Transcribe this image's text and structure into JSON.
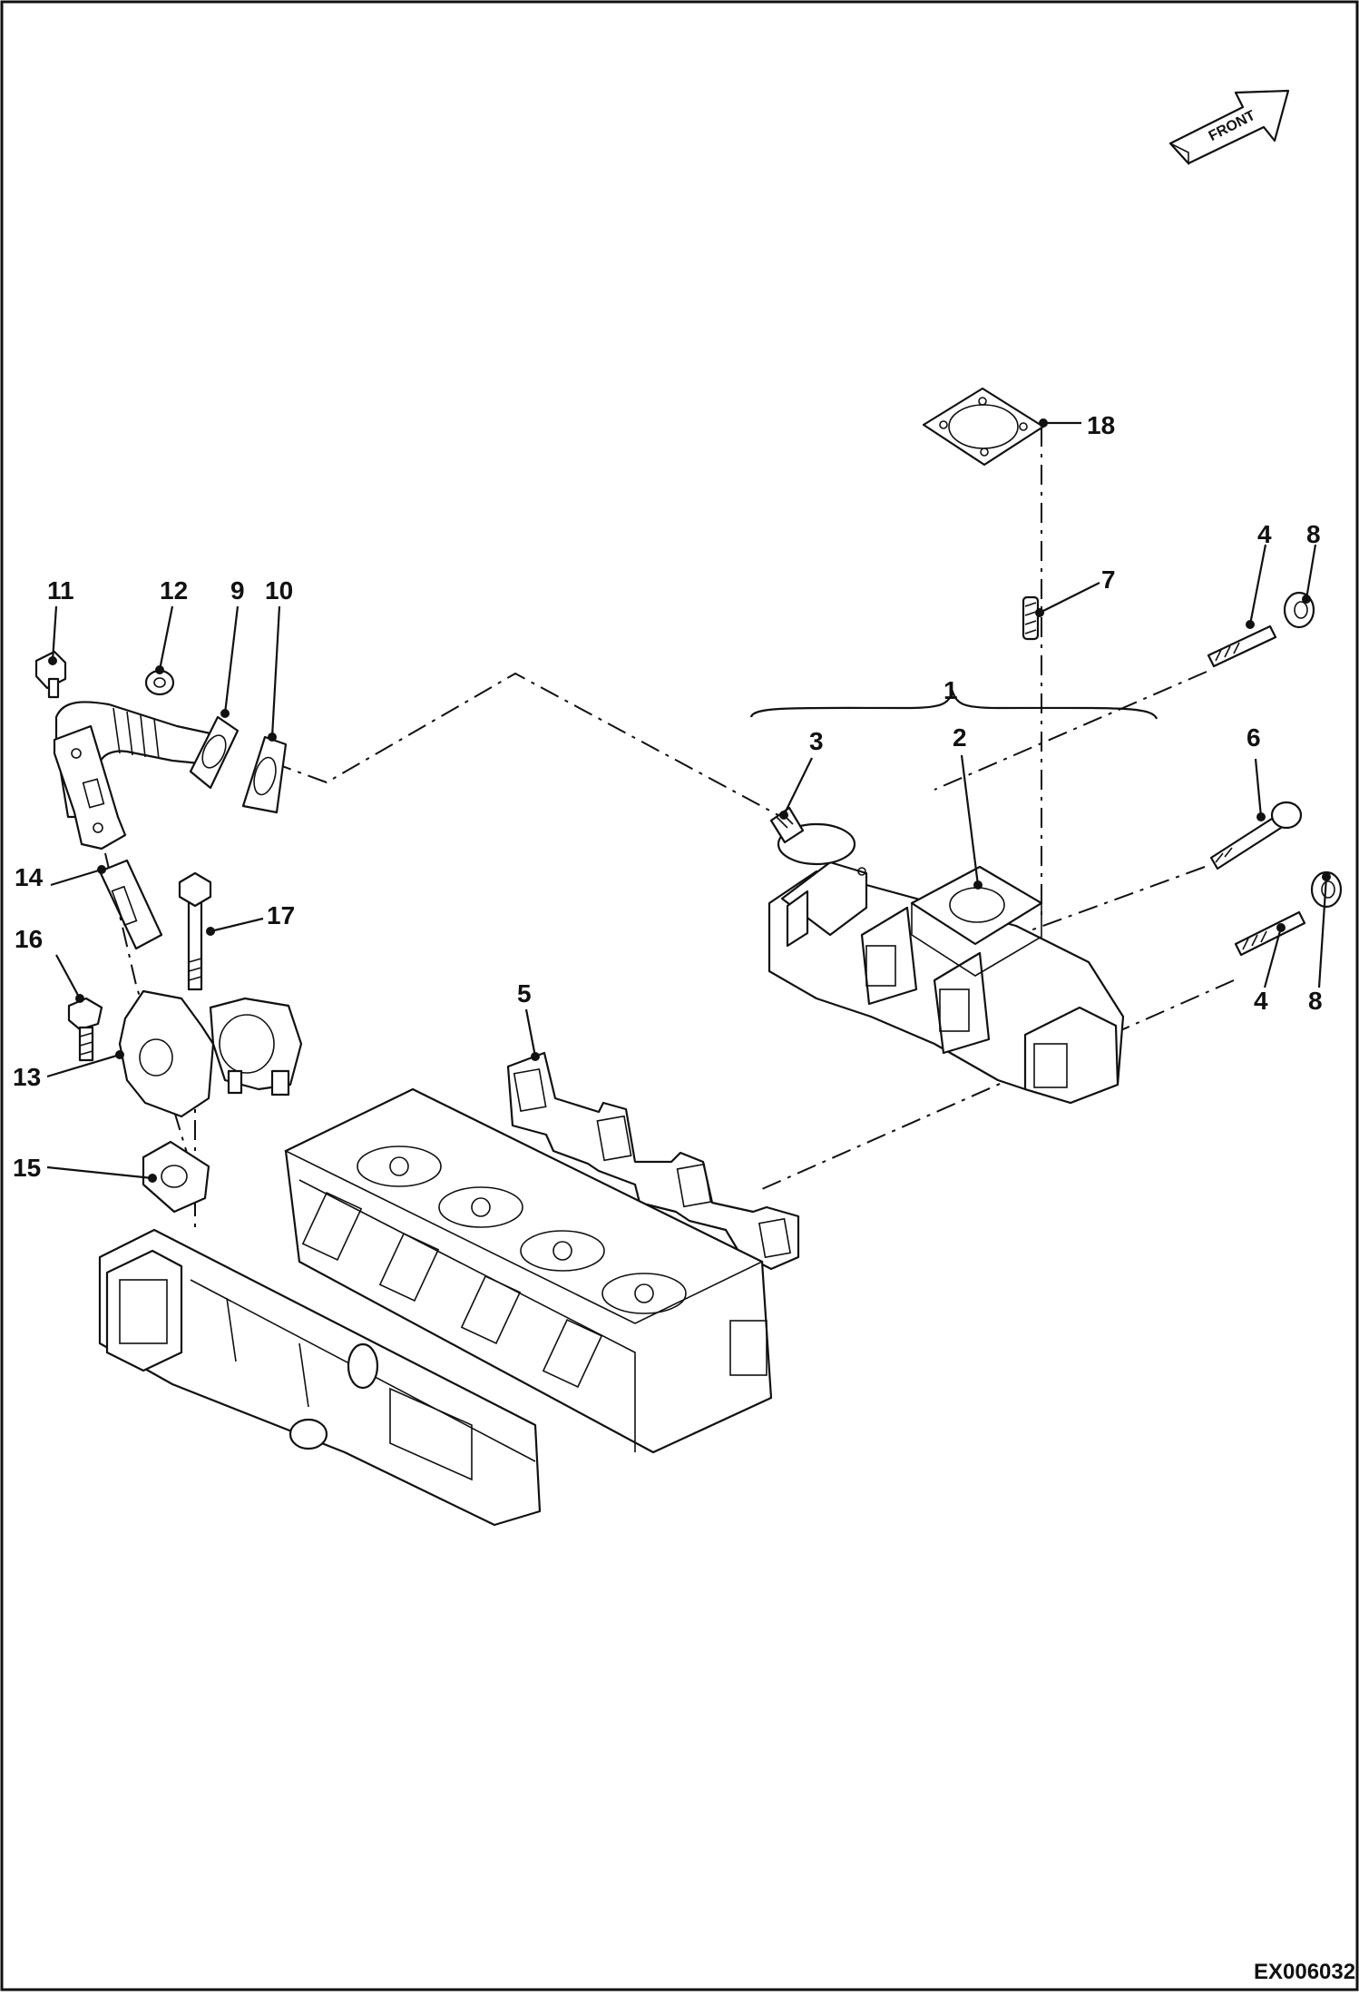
{
  "diagram": {
    "front_label": "FRONT",
    "drawing_code": "EX006032",
    "callouts": [
      {
        "id": "c1",
        "label": "1"
      },
      {
        "id": "c2",
        "label": "2"
      },
      {
        "id": "c3",
        "label": "3"
      },
      {
        "id": "c4a",
        "label": "4"
      },
      {
        "id": "c4b",
        "label": "4"
      },
      {
        "id": "c5",
        "label": "5"
      },
      {
        "id": "c6",
        "label": "6"
      },
      {
        "id": "c7",
        "label": "7"
      },
      {
        "id": "c8a",
        "label": "8"
      },
      {
        "id": "c8b",
        "label": "8"
      },
      {
        "id": "c9",
        "label": "9"
      },
      {
        "id": "c10",
        "label": "10"
      },
      {
        "id": "c11",
        "label": "11"
      },
      {
        "id": "c12",
        "label": "12"
      },
      {
        "id": "c13",
        "label": "13"
      },
      {
        "id": "c14",
        "label": "14"
      },
      {
        "id": "c15",
        "label": "15"
      },
      {
        "id": "c16",
        "label": "16"
      },
      {
        "id": "c17",
        "label": "17"
      },
      {
        "id": "c18",
        "label": "18"
      }
    ]
  }
}
